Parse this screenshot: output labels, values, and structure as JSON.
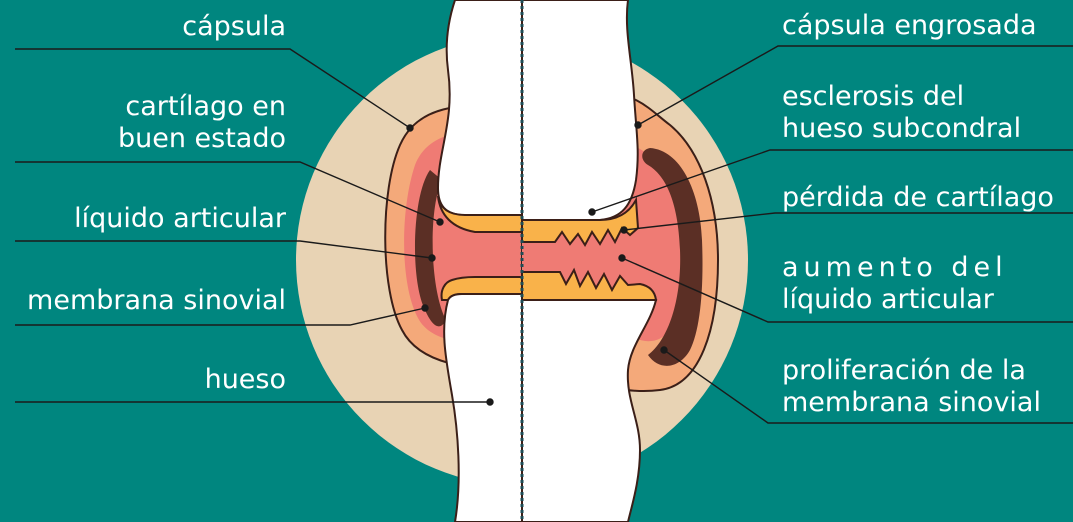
{
  "diagram": {
    "left_labels": {
      "capsule": "cápsula",
      "cartilage_good_line1": "cartílago en",
      "cartilage_good_line2": "buen estado",
      "joint_fluid": "líquido articular",
      "synovial_membrane": "membrana sinovial",
      "bone": "hueso"
    },
    "right_labels": {
      "thickened_capsule": "cápsula engrosada",
      "sclerosis_line1": "esclerosis del",
      "sclerosis_line2": "hueso subcondral",
      "cartilage_loss": "pérdida de cartílago",
      "fluid_increase_line1": "aumento del",
      "fluid_increase_line2": "líquido articular",
      "proliferation_line1": "proliferación de la",
      "proliferation_line2": "membrana sinovial"
    },
    "colors": {
      "background": "#00867f",
      "circle": "#e8d3b4",
      "bone": "#ffffff",
      "capsule": "#f4a97a",
      "synovial_fluid": "#ef7b74",
      "membrane": "#5b2f25",
      "cartilage": "#f9b24a",
      "outline": "#3b1f18"
    }
  }
}
